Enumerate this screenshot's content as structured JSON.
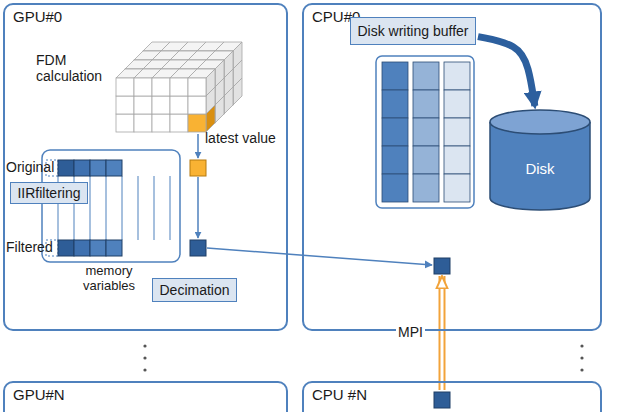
{
  "diagram": {
    "nodes": [
      {
        "text": [
          "GPU#0"
        ]
      },
      {
        "text": [
          "CPU#0"
        ]
      },
      {
        "text": [
          "GPU#N"
        ]
      },
      {
        "text": [
          "CPU #N"
        ]
      },
      {
        "text": [
          "IIRfiltering"
        ],
        "in": 0
      },
      {
        "text": [
          "Decimation"
        ],
        "in": 0
      },
      {
        "text": [
          "Disk writing buffer"
        ],
        "in": 1
      },
      {
        "text": [
          "Disk"
        ],
        "in": 1
      }
    ],
    "edges": [
      {
        "from": 0,
        "to": 1,
        "arrow": "to"
      },
      {
        "from": 6,
        "to": 7,
        "arrow": "to"
      },
      {
        "from": 3,
        "to": 1,
        "label": "MPI",
        "arrow": "to"
      }
    ],
    "labels": [
      "FDM calculation",
      "latest value",
      "Original",
      "Filtered",
      "memory variables"
    ]
  }
}
